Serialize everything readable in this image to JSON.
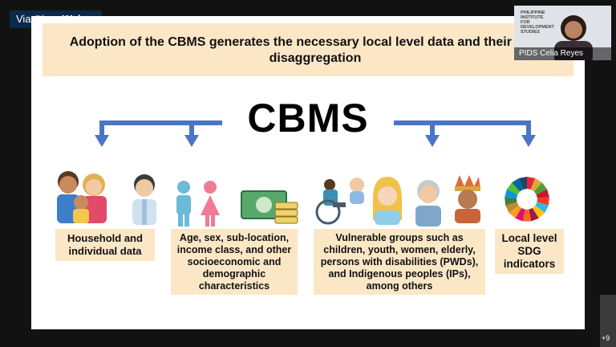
{
  "app": {
    "via": "Via ",
    "brand_cisco": "Cisco",
    "brand_webex": "Webex"
  },
  "participant": {
    "name": "PIDS Celia Reyes",
    "logo_text": "PHILIPPINE INSTITUTE FOR DEVELOPMENT STUDIES"
  },
  "participants_more": "+9",
  "slide": {
    "title": "Adoption of the CBMS generates the necessary local level data and their desired disaggregation",
    "center_label": "CBMS",
    "boxes": [
      {
        "text": "Household and individual data"
      },
      {
        "text": "Age, sex, sub-location, income class, and other socioeconomic and demographic characteristics"
      },
      {
        "text": "Vulnerable groups such as children, youth, women, elderly, persons with disabilities (PWDs), and Indigenous peoples (IPs), among others"
      },
      {
        "text": "Local level SDG indicators"
      }
    ]
  },
  "colors": {
    "arrow": "#4a76c6",
    "box_fill": "#fbe7c6",
    "band_fill": "#fbe7c6",
    "webex_bg": "#0b2a4a",
    "webex_accent": "#2ec4f2"
  },
  "icons": [
    "family-icon",
    "person-icon",
    "male-icon",
    "female-icon",
    "money-icon",
    "wheelchair-icon",
    "baby-icon",
    "woman-icon",
    "elderly-icon",
    "indigenous-person-icon",
    "sdg-wheel-icon"
  ]
}
